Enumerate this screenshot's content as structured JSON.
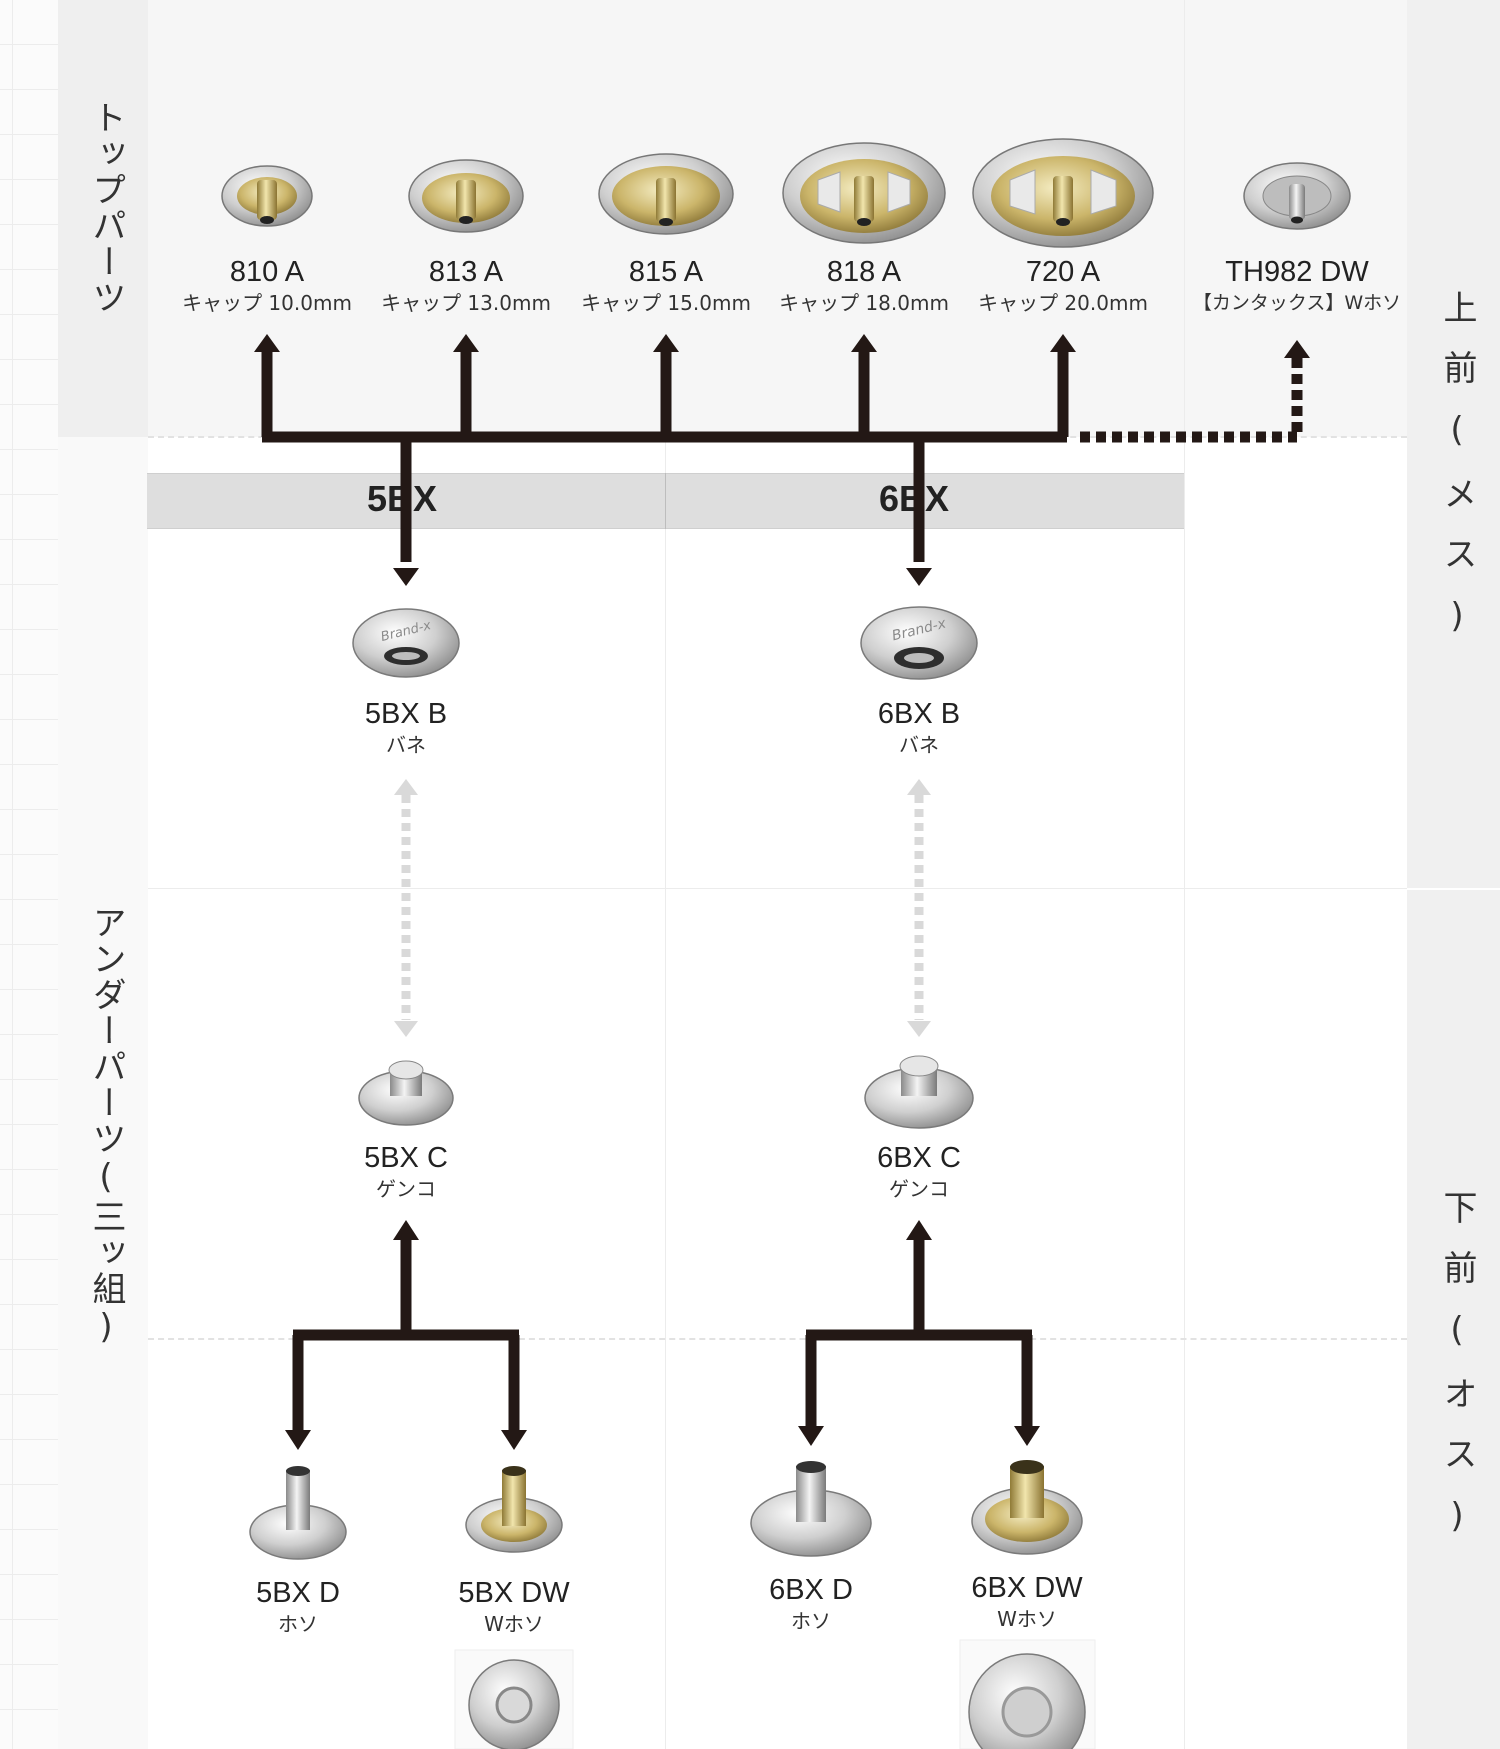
{
  "side_labels": {
    "top_parts": "トップパーツ",
    "under_parts": "アンダーパーツ(三ッ組)",
    "upper": "上前(メス)",
    "lower": "下前(オス)"
  },
  "bar": {
    "left": "5BX",
    "right": "6BX"
  },
  "top_parts": [
    {
      "code": "810 A",
      "sub": "キャップ 10.0mm"
    },
    {
      "code": "813 A",
      "sub": "キャップ 13.0mm"
    },
    {
      "code": "815 A",
      "sub": "キャップ 15.0mm"
    },
    {
      "code": "818 A",
      "sub": "キャップ 18.0mm"
    },
    {
      "code": "720 A",
      "sub": "キャップ 20.0mm"
    },
    {
      "code": "TH982 DW",
      "sub": "【カンタックス】Wホソ"
    }
  ],
  "springs": [
    {
      "code": "5BX B",
      "sub": "バネ",
      "stamp": "Brand-x"
    },
    {
      "code": "6BX B",
      "sub": "バネ",
      "stamp": "Brand-x"
    }
  ],
  "studs": [
    {
      "code": "5BX C",
      "sub": "ゲンコ"
    },
    {
      "code": "6BX C",
      "sub": "ゲンコ"
    }
  ],
  "posts": [
    {
      "code": "5BX D",
      "sub": "ホソ"
    },
    {
      "code": "5BX DW",
      "sub": "Wホソ"
    },
    {
      "code": "6BX D",
      "sub": "ホソ"
    },
    {
      "code": "6BX DW",
      "sub": "Wホソ"
    }
  ],
  "colors": {
    "arrow": "#231815",
    "dotted_arrow": "#d9d9d9",
    "bar_fill": "#dedede",
    "brass": "#c9b56a",
    "silver": "#c8c8c8"
  }
}
